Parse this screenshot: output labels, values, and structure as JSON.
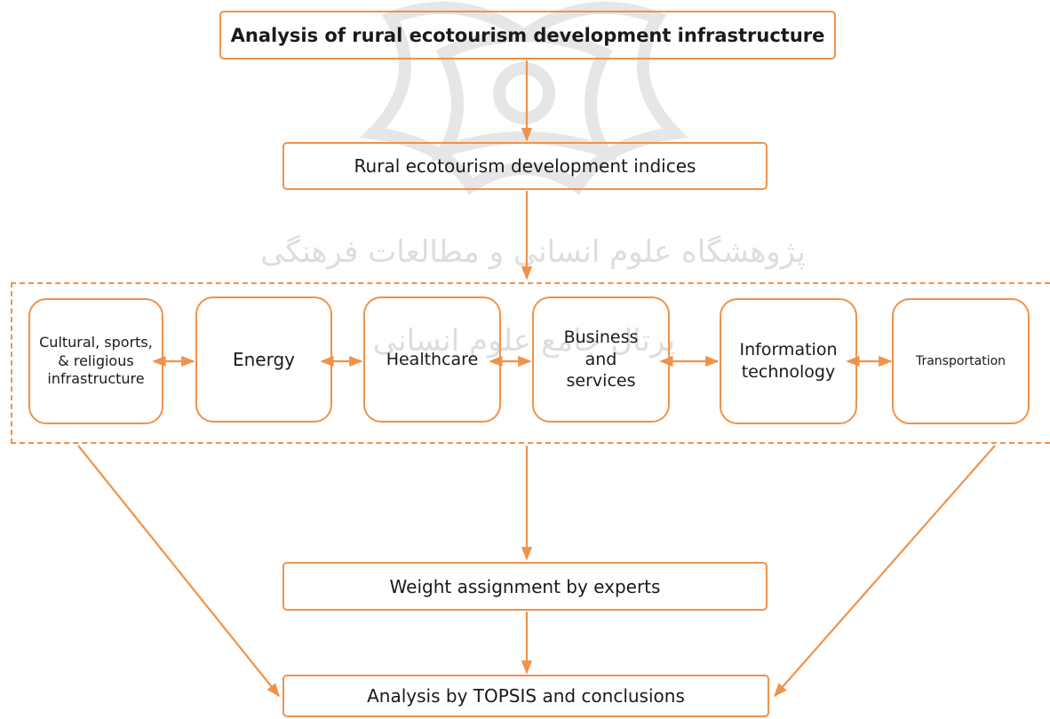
{
  "diagram": {
    "title": "Analysis of rural ecotourism development infrastructure",
    "indices": "Rural ecotourism development indices",
    "categories": {
      "cultural": "Cultural, sports, & religious infrastructure",
      "energy": "Energy",
      "healthcare": "Healthcare",
      "business": "Business and services",
      "it": "Information technology",
      "transportation": "Transportation"
    },
    "weight": "Weight assignment by experts",
    "topsis": "Analysis by TOPSIS and conclusions"
  },
  "colors": {
    "accent": "#f0924a",
    "watermark": "#cfcfcf"
  }
}
